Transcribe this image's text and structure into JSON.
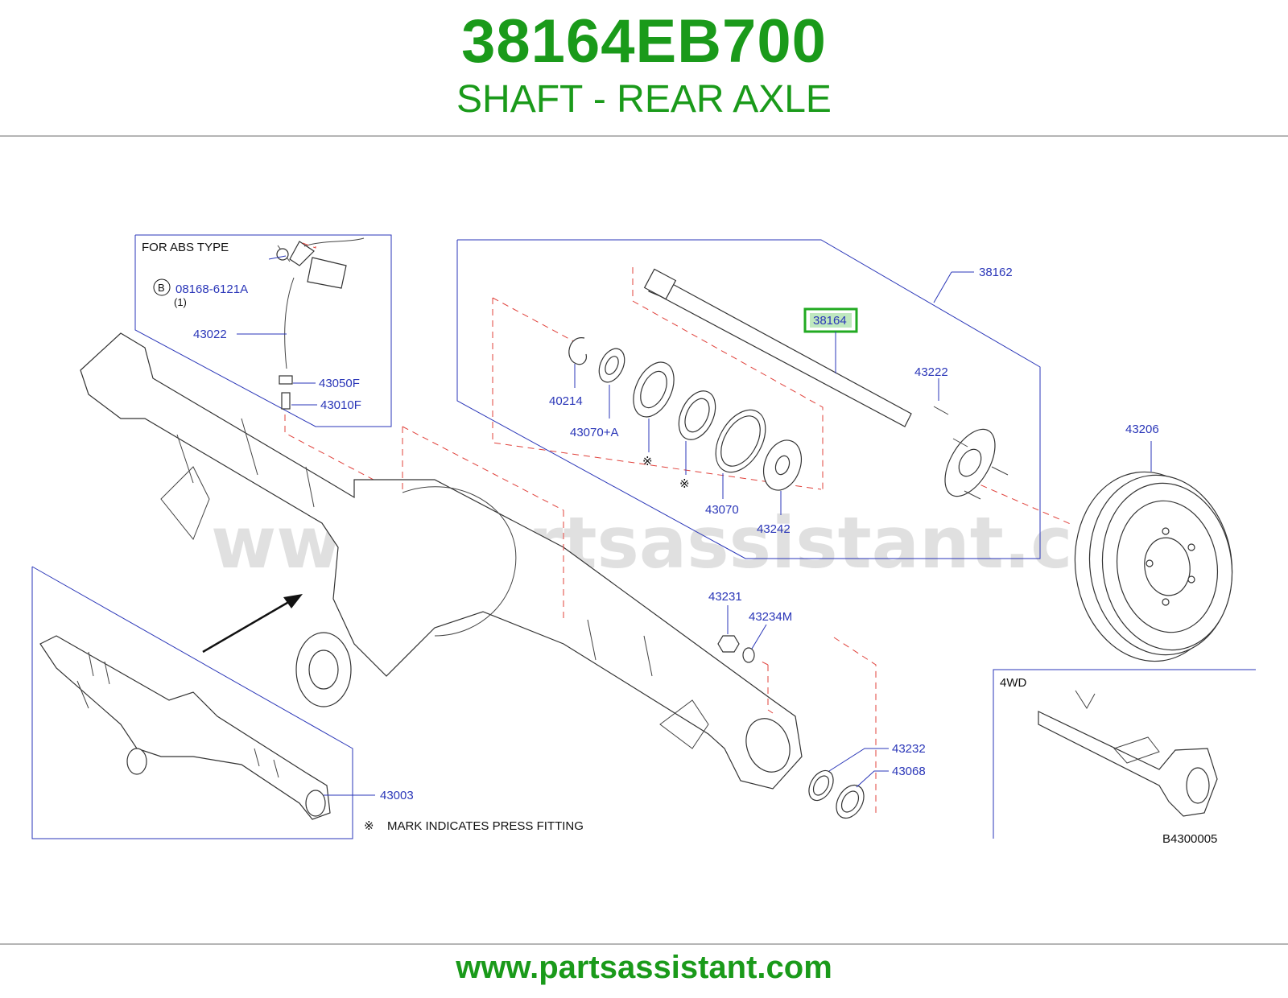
{
  "header": {
    "part_number": "38164EB700",
    "part_name": "SHAFT - REAR AXLE"
  },
  "footer": {
    "url": "www.partsassistant.com"
  },
  "diagram": {
    "watermark": "www.partsassistant.com",
    "abs_box_title": "FOR  ABS  TYPE",
    "bolt_circle_letter": "B",
    "note_mark": "※",
    "note_text": "MARK  INDICATES  PRESS  FITTING",
    "variant_label": "4WD",
    "diagram_code": "B4300005",
    "highlighted_part": "38164",
    "callouts": {
      "p08168": "08168-6121A",
      "qty": "(1)",
      "p43022": "43022",
      "p43050F": "43050F",
      "p43010F": "43010F",
      "p40214": "40214",
      "p43070A": "43070+A",
      "p43070": "43070",
      "p43242": "43242",
      "p38162": "38162",
      "p38164": "38164",
      "p43222": "43222",
      "p43206": "43206",
      "p43231": "43231",
      "p43234M": "43234M",
      "p43232": "43232",
      "p43068": "43068",
      "p43003": "43003"
    }
  },
  "colors": {
    "brand_green": "#1a9a1a",
    "callout_blue": "#2a36b8",
    "dash_red": "#e0403a",
    "highlight_green": "#22aa22"
  }
}
